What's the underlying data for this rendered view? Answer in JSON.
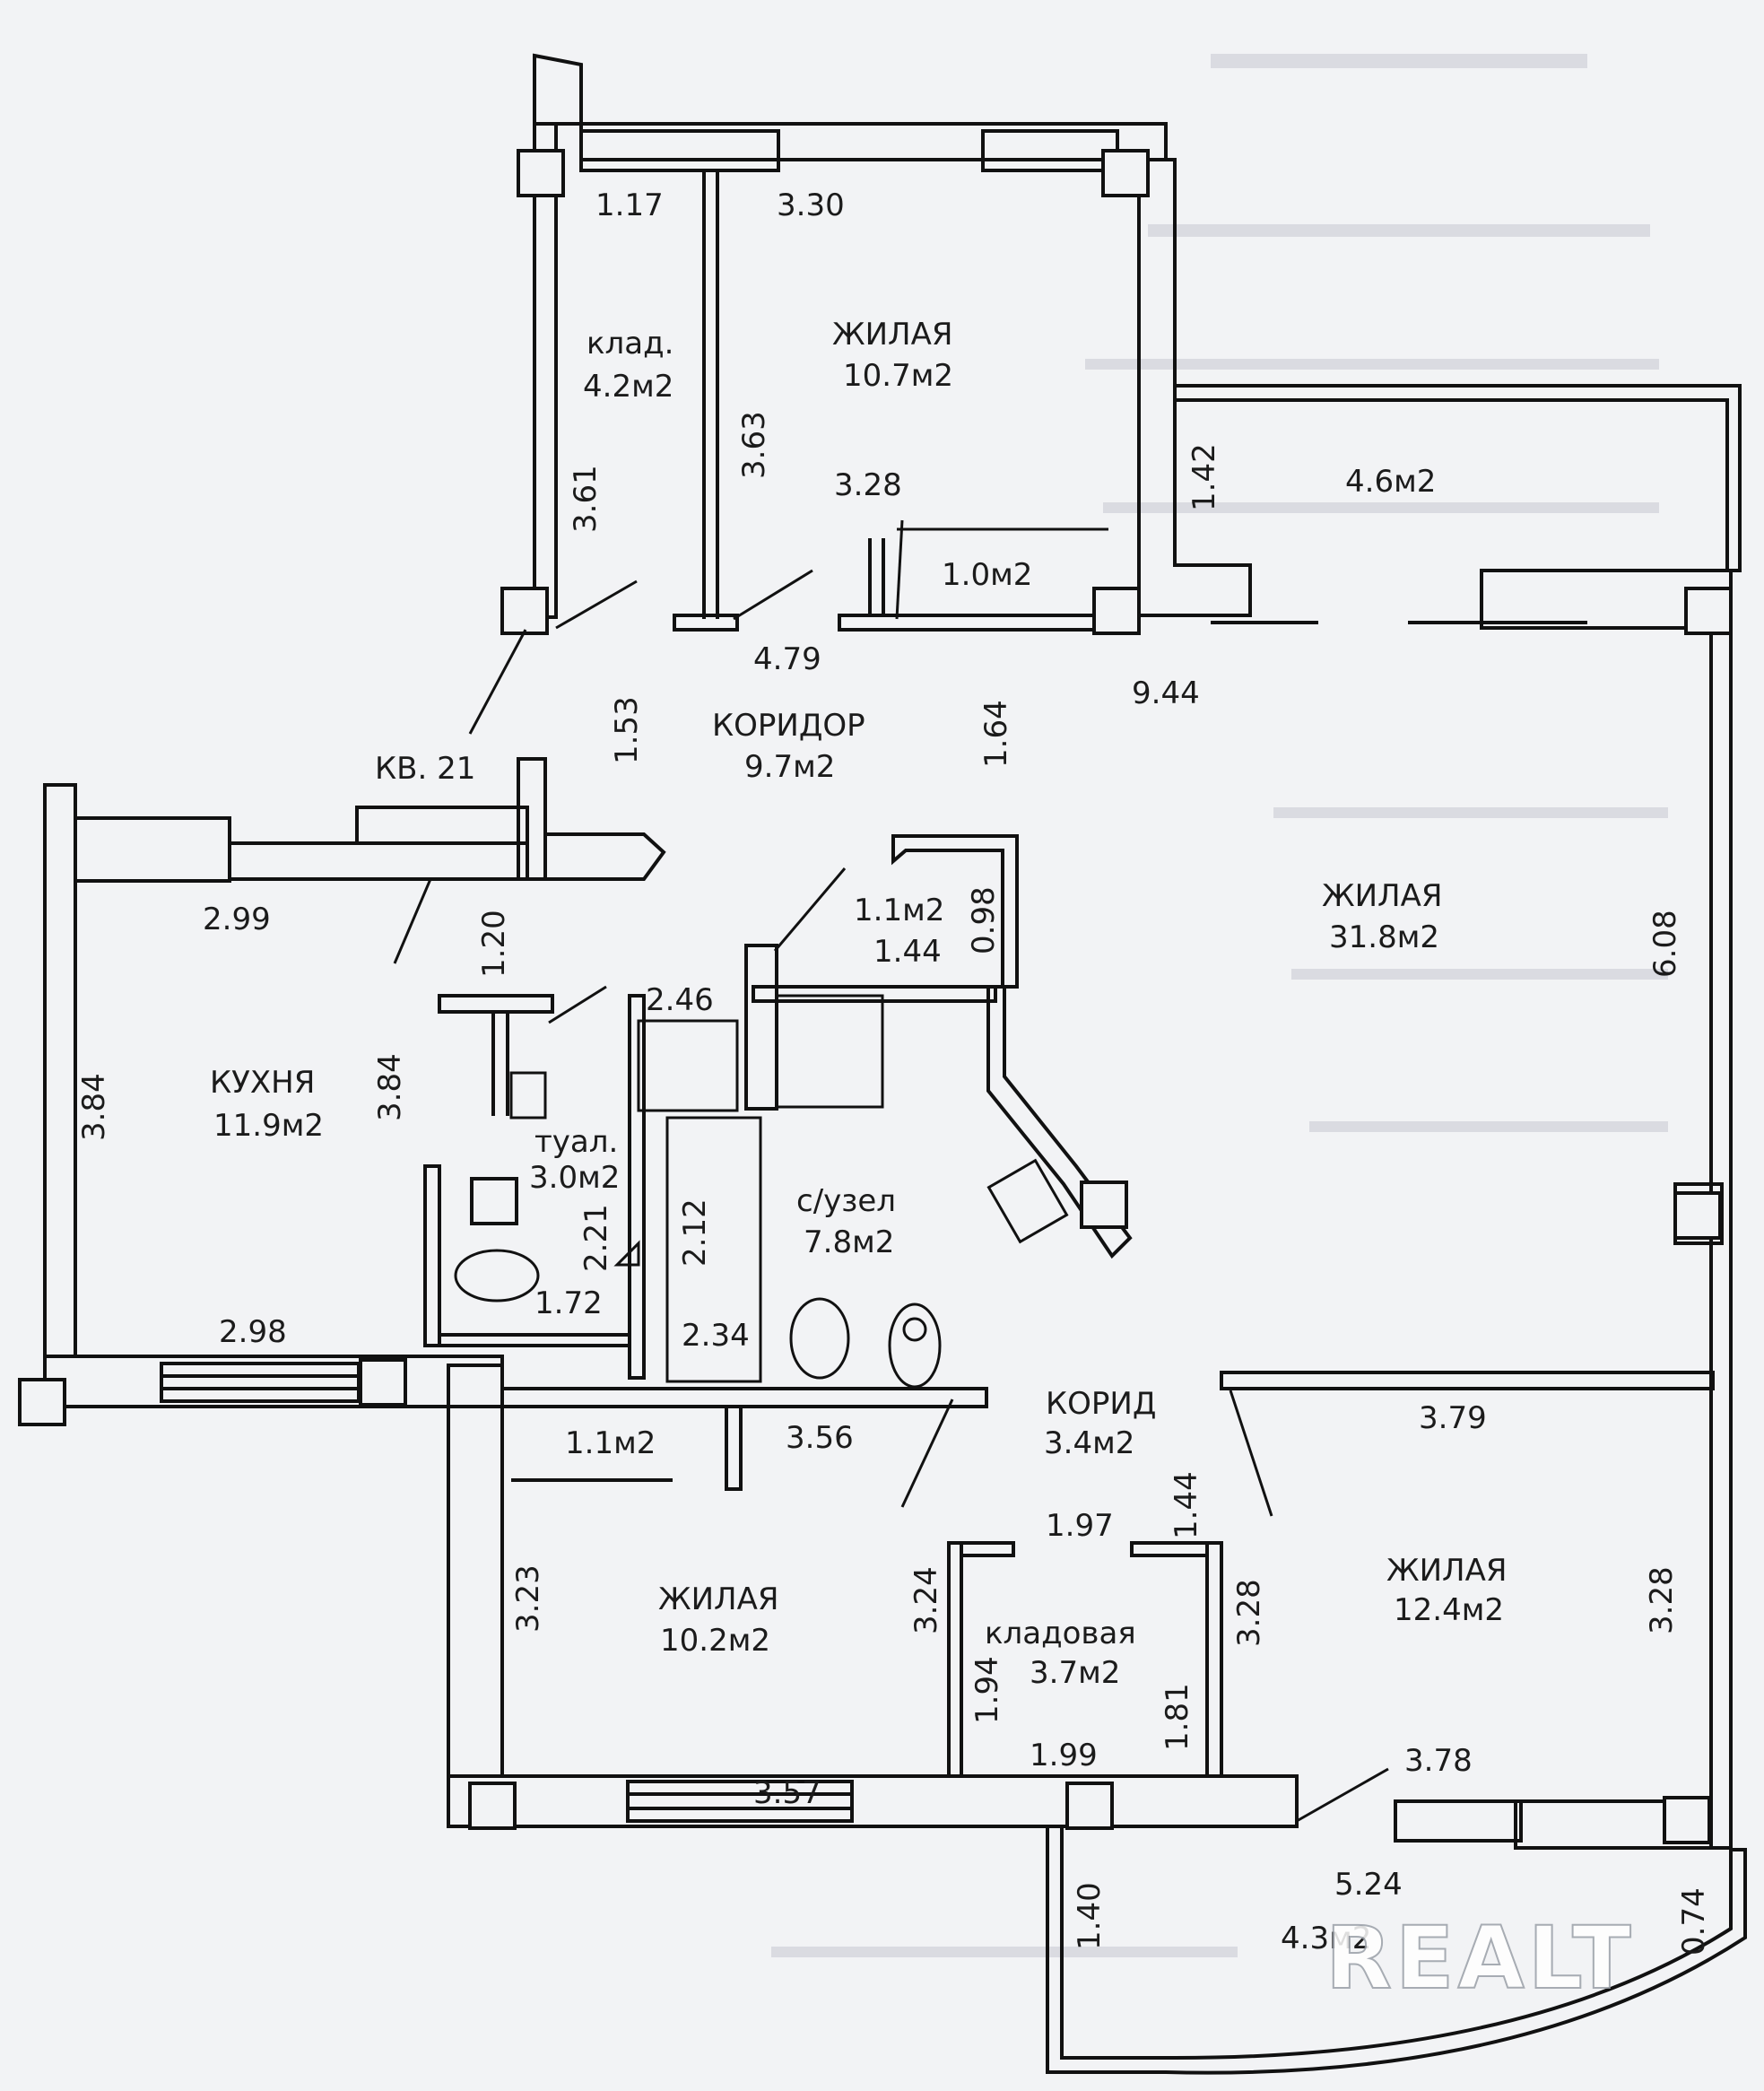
{
  "apartment_label": "КВ. 21",
  "watermark": "REALT",
  "rooms": {
    "storage_top": {
      "name": "клад.",
      "area": "4.2м2"
    },
    "living_top": {
      "name": "ЖИЛАЯ",
      "area": "10.7м2"
    },
    "balcony_top": {
      "area": "4.6м2"
    },
    "niche_top": {
      "area": "1.0м2"
    },
    "corridor": {
      "name": "КОРИДОР",
      "area": "9.7м2"
    },
    "living_big": {
      "name": "ЖИЛАЯ",
      "area": "31.8м2"
    },
    "closet_small": {
      "area": "1.1м2"
    },
    "kitchen": {
      "name": "КУХНЯ",
      "area": "11.9м2"
    },
    "toilet": {
      "name": "туал.",
      "area": "3.0м2"
    },
    "bathroom": {
      "name": "с/узел",
      "area": "7.8м2"
    },
    "corridor_small": {
      "name": "КОРИД",
      "area": "3.4м2"
    },
    "niche_bottom": {
      "area": "1.1м2"
    },
    "living_bottom_left": {
      "name": "ЖИЛАЯ",
      "area": "10.2м2"
    },
    "pantry": {
      "name": "кладовая",
      "area": "3.7м2"
    },
    "living_bottom_right": {
      "name": "ЖИЛАЯ",
      "area": "12.4м2"
    },
    "balcony_bottom": {
      "area": "4.3м2"
    }
  },
  "dimensions": {
    "d_1_17": "1.17",
    "d_3_30": "3.30",
    "d_3_61": "3.61",
    "d_3_63": "3.63",
    "d_3_28_top": "3.28",
    "d_1_42": "1.42",
    "d_4_79": "4.79",
    "d_9_44": "9.44",
    "d_1_53": "1.53",
    "d_1_64": "1.64",
    "d_2_99": "2.99",
    "d_1_20": "1.20",
    "d_0_98": "0.98",
    "d_1_44_mid": "1.44",
    "d_6_08": "6.08",
    "d_2_46": "2.46",
    "d_3_84_left": "3.84",
    "d_3_84_right": "3.84",
    "d_2_21": "2.21",
    "d_2_12": "2.12",
    "d_1_72": "1.72",
    "d_2_98": "2.98",
    "d_2_34": "2.34",
    "d_3_56": "3.56",
    "d_1_44_low": "1.44",
    "d_3_79": "3.79",
    "d_1_97": "1.97",
    "d_3_24": "3.24",
    "d_3_28_pantry": "3.28",
    "d_3_23": "3.23",
    "d_3_28_right": "3.28",
    "d_1_94": "1.94",
    "d_1_81": "1.81",
    "d_1_99": "1.99",
    "d_3_57": "3.57",
    "d_3_78": "3.78",
    "d_5_24": "5.24",
    "d_1_40": "1.40",
    "d_0_74": "0.74"
  }
}
